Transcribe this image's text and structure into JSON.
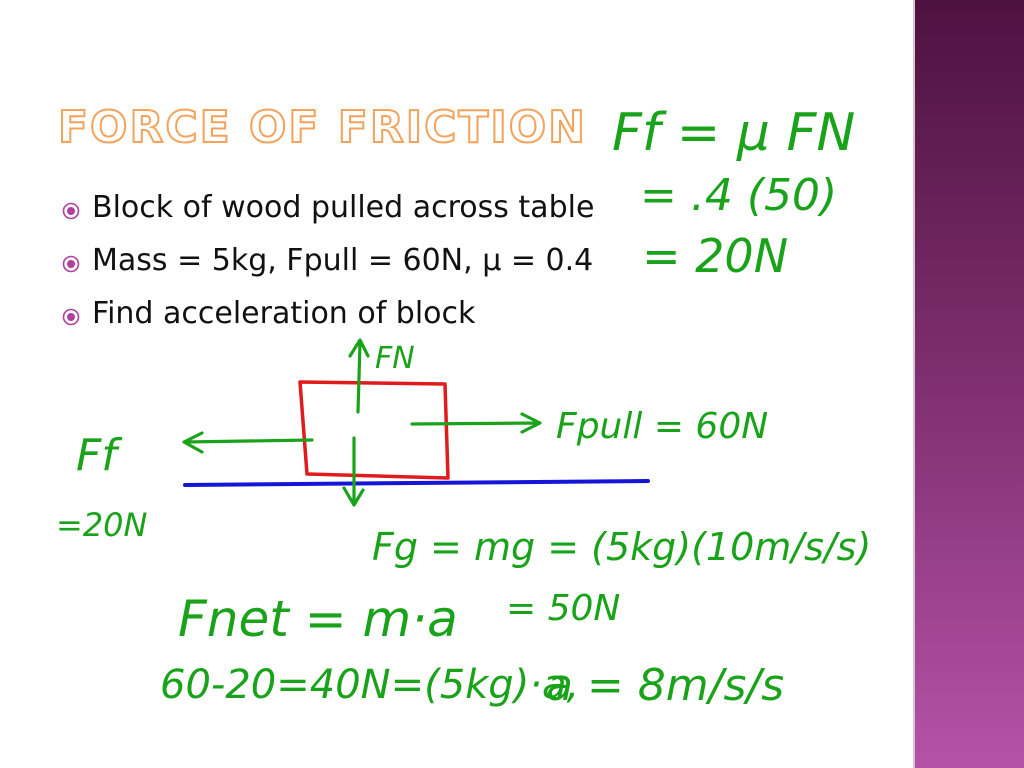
{
  "title": "Force of Friction",
  "bullets": [
    "Block of wood pulled across table",
    "Mass = 5kg, Fpull = 60N, μ = 0.4",
    "Find acceleration of block"
  ],
  "handwriting": {
    "friction_eq": "Ff = μ FN",
    "friction_sub": "= .4 (50)",
    "friction_result": "= 20N",
    "normal_label": "FN",
    "pull_label": "Fpull = 60N",
    "friction_label": "Ff",
    "friction_value": "=20N",
    "gravity_eq": "Fg = mg = (5kg)(10m/s/s)",
    "gravity_result": "= 50N",
    "net_eq": "Fnet = m·a",
    "net_calc": "60-20=40N=(5kg)·a,",
    "accel_result": "a = 8m/s/s"
  },
  "colors": {
    "title_outline": "#f3a35b",
    "bullet_icon": "#b0409d",
    "ink_green": "#1aa31a",
    "block_red": "#e01b1b",
    "table_blue": "#1515d8"
  }
}
